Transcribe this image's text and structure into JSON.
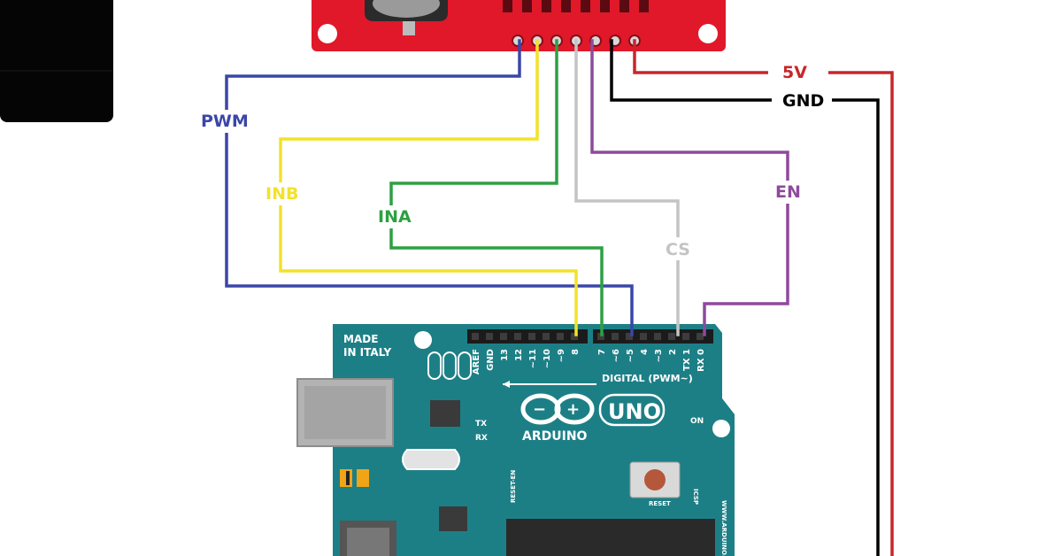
{
  "wires": {
    "vcc": {
      "label": "5V",
      "color": "#c8262b"
    },
    "gnd": {
      "label": "GND",
      "color": "#000000"
    },
    "pwm": {
      "label": "PWM",
      "color": "#3a46a8"
    },
    "inb": {
      "label": "INB",
      "color": "#f2e22a"
    },
    "ina": {
      "label": "INA",
      "color": "#2da042"
    },
    "cs": {
      "label": "CS",
      "color": "#c4c4c4"
    },
    "en": {
      "label": "EN",
      "color": "#8e4a9c"
    }
  },
  "arduino": {
    "color": "#1d7f86",
    "made_in": "MADE",
    "italy": "IN ITALY",
    "brand": "ARDUINO",
    "model": "UNO",
    "digital_label": "DIGITAL (PWM~)",
    "on_label": "ON",
    "tx_label": "TX",
    "rx_label": "RX",
    "reset_label": "RESET",
    "reset_en_label": "RESET-EN",
    "icsp_label": "ICSP",
    "url_label": "WWW.ARDUINO.CC",
    "pin_labels": [
      "AREF",
      "GND",
      "13",
      "12",
      "~11",
      "~10",
      "~9",
      "8",
      "7",
      "~6",
      "~5",
      "4",
      "~3",
      "2",
      "TX 1",
      "RX 0"
    ]
  },
  "driver_board": {
    "color": "#e0182a"
  }
}
